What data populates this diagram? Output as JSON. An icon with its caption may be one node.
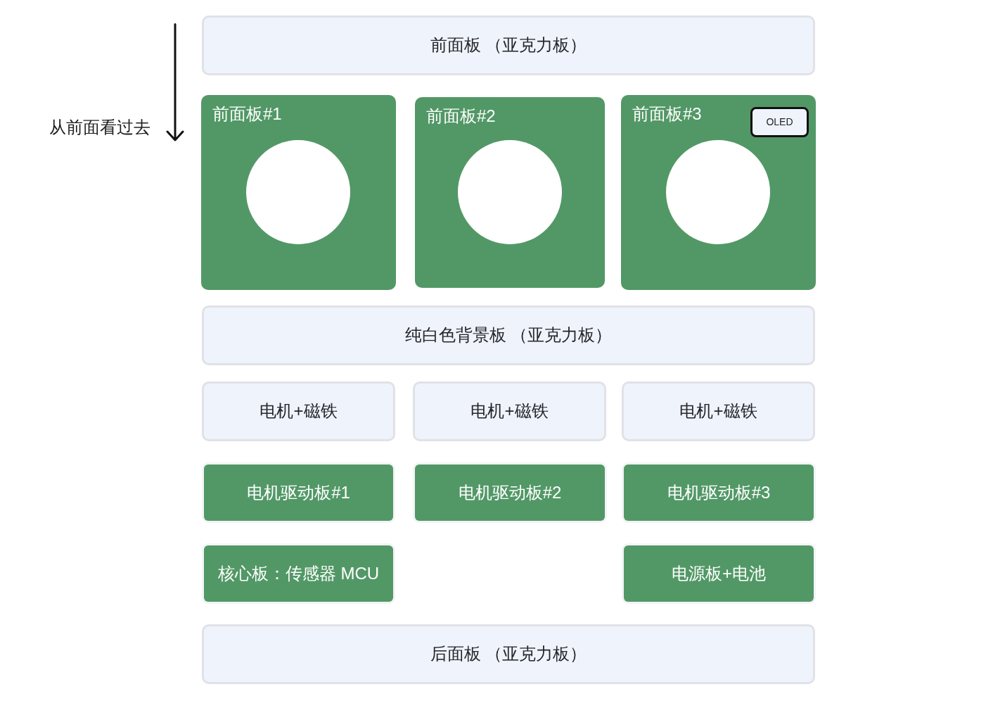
{
  "diagram": {
    "nodes": [
      {
        "text": [
          "前面板 （亚克力板）"
        ]
      },
      {
        "text": [
          "前面板#1"
        ]
      },
      {
        "text": [],
        "shape": "circle",
        "in": 1
      },
      {
        "text": [
          "前面板#2"
        ]
      },
      {
        "text": [],
        "shape": "circle",
        "in": 3
      },
      {
        "text": [
          "前面板#3"
        ]
      },
      {
        "text": [
          "OLED"
        ],
        "in": 5
      },
      {
        "text": [],
        "shape": "circle",
        "in": 5
      },
      {
        "text": [
          "纯白色背景板 （亚克力板）"
        ]
      },
      {
        "text": [
          "电机+磁铁"
        ]
      },
      {
        "text": [
          "电机+磁铁"
        ]
      },
      {
        "text": [
          "电机+磁铁"
        ]
      },
      {
        "text": [
          "电机驱动板#1"
        ]
      },
      {
        "text": [
          "电机驱动板#2"
        ]
      },
      {
        "text": [
          "电机驱动板#3"
        ]
      },
      {
        "text": [
          "核心板：传感器 MCU"
        ]
      },
      {
        "text": [
          "电源板+电池"
        ]
      },
      {
        "text": [
          "后面板 （亚克力板）"
        ]
      }
    ],
    "labels": [
      "从前面看过去"
    ]
  }
}
